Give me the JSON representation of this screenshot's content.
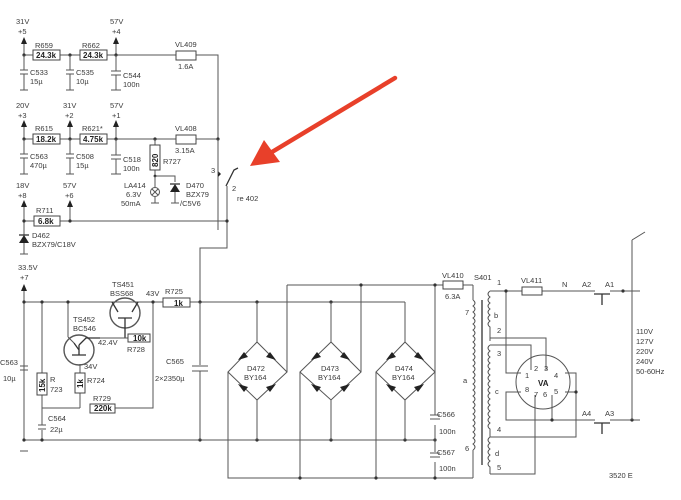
{
  "rails": {
    "v31_5": {
      "volt": "31V",
      "node": "+5"
    },
    "v57_4": {
      "volt": "57V",
      "node": "+4"
    },
    "v20_3": {
      "volt": "20V",
      "node": "+3"
    },
    "v31_2": {
      "volt": "31V",
      "node": "+2"
    },
    "v57_1": {
      "volt": "57V",
      "node": "+1"
    },
    "v18_8": {
      "volt": "18V",
      "node": "+8"
    },
    "v57_6": {
      "volt": "57V",
      "node": "+6"
    },
    "v335_7": {
      "volt": "33.5V",
      "node": "+7"
    }
  },
  "resistors": {
    "r659": {
      "ref": "R659",
      "value": "24.3k"
    },
    "r662": {
      "ref": "R662",
      "value": "24.3k"
    },
    "r615": {
      "ref": "R615",
      "value": "18.2k"
    },
    "r621": {
      "ref": "R621*",
      "value": "4.75k"
    },
    "r727": {
      "ref": "R727",
      "value": "820"
    },
    "r711": {
      "ref": "R711",
      "value": "6.8k"
    },
    "r725": {
      "ref": "R725",
      "value": "1k"
    },
    "r728": {
      "ref": "R728",
      "value": "10k"
    },
    "r723": {
      "ref1": "R",
      "ref2": "723",
      "value": "15k"
    },
    "r724": {
      "ref": "R724",
      "value": "1k"
    },
    "r729": {
      "ref": "R729",
      "value": "220k"
    }
  },
  "capacitors": {
    "c533": {
      "ref": "C533",
      "value": "15µ"
    },
    "c535": {
      "ref": "C535",
      "value": "10µ"
    },
    "c544": {
      "ref": "C544",
      "value": "100n"
    },
    "c563a": {
      "ref": "C563",
      "value": "470µ"
    },
    "c508": {
      "ref": "C508",
      "value": "15µ"
    },
    "c518": {
      "ref": "C518",
      "value": "100n"
    },
    "c563b": {
      "ref": "C563",
      "value": "10µ"
    },
    "c564": {
      "ref": "C564",
      "value": "22µ"
    },
    "c565": {
      "ref": "C565",
      "value": "2×2350µ"
    },
    "c566": {
      "ref": "C566",
      "value": "100n"
    },
    "c567": {
      "ref": "C567",
      "value": "100n"
    }
  },
  "fuses": {
    "vl409": {
      "ref": "VL409",
      "value": "1.6A"
    },
    "vl408": {
      "ref": "VL408",
      "value": "3.15A"
    },
    "vl410": {
      "ref": "VL410",
      "value": "6.3A"
    },
    "vl411": {
      "ref": "VL411"
    }
  },
  "lamp": {
    "ref": "LA414",
    "volt": "6.3V",
    "current": "50mA"
  },
  "diodes": {
    "d470": {
      "ref": "D470",
      "type": "BZX79",
      "sub": "/C5V6"
    },
    "d462": {
      "ref": "D462",
      "type": "BZX79/C18V"
    },
    "d472": {
      "ref": "D472",
      "type": "BY164"
    },
    "d473": {
      "ref": "D473",
      "type": "BY164"
    },
    "d474": {
      "ref": "D474",
      "type": "BY164"
    }
  },
  "transistors": {
    "ts451": {
      "ref": "TS451",
      "type": "BSS68"
    },
    "ts452": {
      "ref": "TS452",
      "type": "BC546"
    }
  },
  "voltages": {
    "v43": "43V",
    "v424": "42.4V",
    "v34": "34V"
  },
  "relay": {
    "ref": "re 402",
    "pin3": "3",
    "pin2": "2"
  },
  "transformer": {
    "ref": "S401",
    "windings": [
      "a",
      "b",
      "c",
      "d"
    ],
    "taps": [
      "1",
      "2",
      "3",
      "4",
      "5"
    ],
    "left_taps": [
      "7",
      "6"
    ]
  },
  "selector": {
    "ref": "VA",
    "pins": [
      "1",
      "2",
      "3",
      "4",
      "5",
      "6",
      "7",
      "8"
    ]
  },
  "mains": {
    "n": "N",
    "a1": "A1",
    "a2": "A2",
    "a3": "A3",
    "a4": "A4",
    "voltages": [
      "110V",
      "127V",
      "220V",
      "240V",
      "50-60Hz"
    ]
  },
  "figure_id": "3520 E",
  "annotation": {
    "arrow_color": "#e8402a"
  }
}
